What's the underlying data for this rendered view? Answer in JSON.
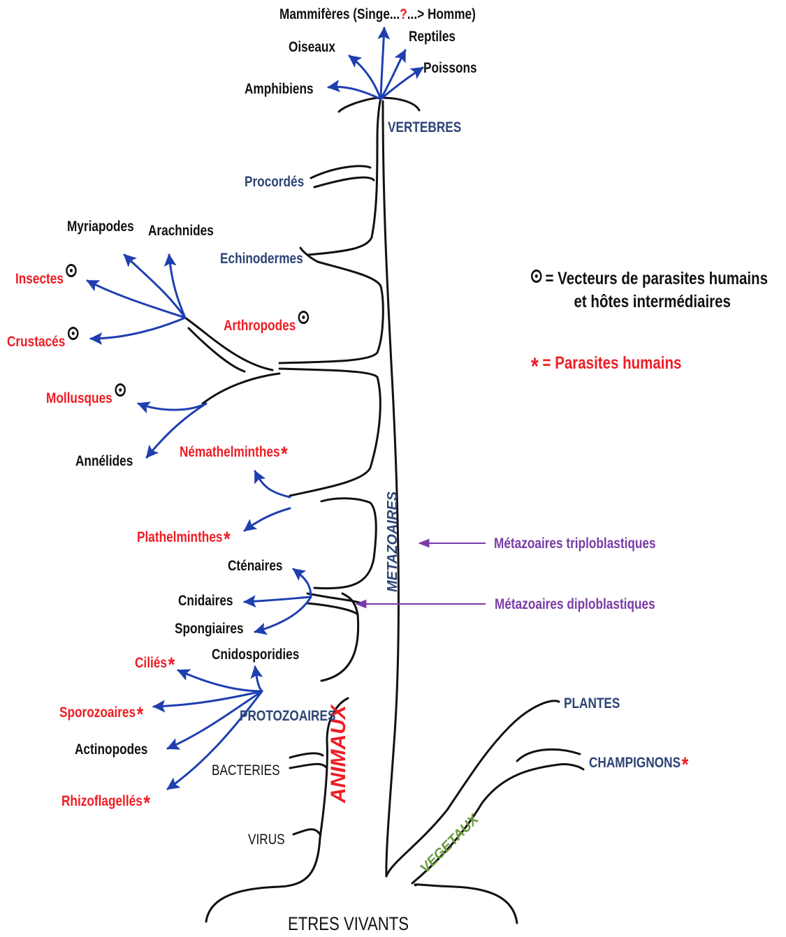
{
  "root": "ETRES VIVANTS",
  "kingdoms": {
    "animals": "ANIMAUX",
    "plants": "VEGETAUX"
  },
  "plant_branches": {
    "plantes": "PLANTES",
    "champignons": "CHAMPIGNONS"
  },
  "trunk_labels": {
    "metazoaires": "METAZOAIRES",
    "vertebres": "VERTEBRES",
    "protozoaires": "PROTOZOAIRES",
    "procordes": "Procordés",
    "echinodermes": "Echinodermes",
    "bacteries": "BACTERIES",
    "virus": "VIRUS"
  },
  "vertebrates": {
    "mammiferes_pre": "Mammifères (Singe...",
    "mammiferes_q": "?",
    "mammiferes_post": "...> Homme)",
    "oiseaux": "Oiseaux",
    "reptiles": "Reptiles",
    "poissons": "Poissons",
    "amphibiens": "Amphibiens"
  },
  "arthropods": {
    "arthropodes": "Arthropodes",
    "myriapodes": "Myriapodes",
    "arachnides": "Arachnides",
    "insectes": "Insectes",
    "crustaces": "Crustacés"
  },
  "invertebrates": {
    "mollusques": "Mollusques",
    "annelides": "Annélides",
    "nemathelminthes": "Némathelminthes",
    "plathelminthes": "Plathelminthes",
    "ctenaires": "Cténaires",
    "cnidaires": "Cnidaires",
    "spongiaires": "Spongiaires"
  },
  "protozoa": {
    "cilies": "Ciliés",
    "cnidosporidies": "Cnidosporidies",
    "sporozoaires": "Sporozoaires",
    "actinopodes": "Actinopodes",
    "rhizoflagelles": "Rhizoflagellés"
  },
  "annotations": {
    "triploblastiques": "Métazoaires triploblastiques",
    "diploblastiques": "Métazoaires diploblastiques"
  },
  "legend": {
    "vector_symbol": "⊙",
    "vector_line1": "= Vecteurs de parasites humains",
    "vector_line2": "et hôtes intermédiaires",
    "parasite_symbol": "*",
    "parasite_text": "= Parasites humains"
  },
  "colors": {
    "human_parasite": "#ee1c24",
    "group_label": "#2d4476",
    "annotation": "#7a3ba6",
    "vegetal": "#6a9a3c",
    "arrow": "#1f3fb0"
  }
}
